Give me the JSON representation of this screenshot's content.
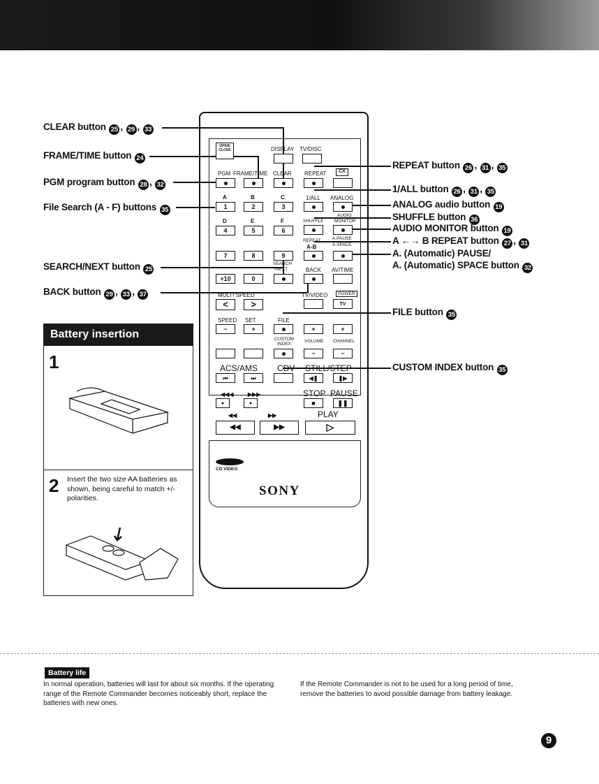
{
  "callouts_left": [
    {
      "id": "clear",
      "label": "CLEAR button",
      "refs": [
        "25",
        "29",
        "33"
      ]
    },
    {
      "id": "frame",
      "label": "FRAME/TIME button",
      "refs": [
        "24"
      ]
    },
    {
      "id": "pgm",
      "label": "PGM program button",
      "refs": [
        "28",
        "32"
      ]
    },
    {
      "id": "filesearch",
      "label": "File Search (A - F) buttons",
      "refs": [
        "35"
      ]
    },
    {
      "id": "search",
      "label": "SEARCH/NEXT button",
      "refs": [
        "25"
      ]
    },
    {
      "id": "back",
      "label": "BACK button",
      "refs": [
        "29",
        "33",
        "37"
      ]
    }
  ],
  "callouts_right": [
    {
      "id": "repeat",
      "label": "REPEAT button",
      "refs": [
        "26",
        "31",
        "35"
      ]
    },
    {
      "id": "oneall",
      "label": "1/ALL button",
      "refs": [
        "26",
        "31",
        "35"
      ]
    },
    {
      "id": "analog",
      "label": "ANALOG audio button",
      "refs": [
        "19"
      ]
    },
    {
      "id": "shuffle",
      "label": "SHUFFLE button",
      "refs": [
        "36"
      ]
    },
    {
      "id": "audiomon",
      "label": "AUDIO MONITOR button",
      "refs": [
        "19"
      ]
    },
    {
      "id": "abrepeat",
      "label": "A ←→ B REPEAT button",
      "refs": [
        "27",
        "31"
      ]
    },
    {
      "id": "apause",
      "label": "A. (Automatic) PAUSE/",
      "refs": []
    },
    {
      "id": "aspace",
      "label": "A. (Automatic) SPACE button",
      "refs": [
        "32"
      ]
    },
    {
      "id": "file",
      "label": "FILE button",
      "refs": [
        "35"
      ]
    },
    {
      "id": "custom",
      "label": "CUSTOM INDEX button",
      "refs": [
        "35"
      ]
    }
  ],
  "remote": {
    "open_close": "OPEN/ CLOSE",
    "display": "DISPLAY",
    "tvdisc": "TV/DISC",
    "pgm": "PGM",
    "frametime": "FRAME/TIME",
    "clear": "CLEAR",
    "repeat": "REPEAT",
    "cx": "CX",
    "oneall": "1/ALL",
    "analog": "ANALOG",
    "audio": "AUDIO",
    "shuffle": "SHUFFLE",
    "monitor": "MONITOR",
    "repeat2": "REPEAT",
    "ab": "A-B",
    "apause": "A.PAUSE",
    "aspace": "A.SPACE",
    "letters": [
      "A",
      "B",
      "C",
      "D",
      "E",
      "F"
    ],
    "digits": [
      "1",
      "2",
      "3",
      "4",
      "5",
      "6",
      "7",
      "8",
      "9",
      "+10",
      "0"
    ],
    "search": "SEARCH",
    "next": "/NEXT",
    "back": "BACK",
    "avtime": "AV/TIME",
    "multispeed": "MULTI SPEED",
    "tvvideo": "TV/VIDEO",
    "power": "POWER",
    "tv": "TV",
    "speed": "SPEED",
    "set": "SET",
    "file": "FILE",
    "plus": "+",
    "minus": "−",
    "custom": "CUSTOM",
    "index": "INDEX",
    "volume": "VOLUME",
    "channel": "CHANNEL",
    "acsams": "ACS/AMS",
    "cdv": "CDV",
    "stillstep": "STILL/STEP",
    "stop": "STOP",
    "pause": "PAUSE",
    "play": "PLAY",
    "cdvideo": "CD VIDEO",
    "brand": "SONY"
  },
  "battery": {
    "title": "Battery insertion",
    "step1": "1",
    "step2": "2",
    "step2_text": "Insert the two size AA batteries as shown, being careful to match +/- polarities."
  },
  "battery_life": {
    "badge": "Battery life",
    "left_text": "In normal operation, batteries will last for about six months. If the operating range of the Remote Commander becomes noticeably short, replace the batteries with new ones.",
    "right_text": "If the Remote Commander is not to be used for a long period of time, remove the batteries to avoid possible damage from battery leakage."
  },
  "page_number": "9"
}
